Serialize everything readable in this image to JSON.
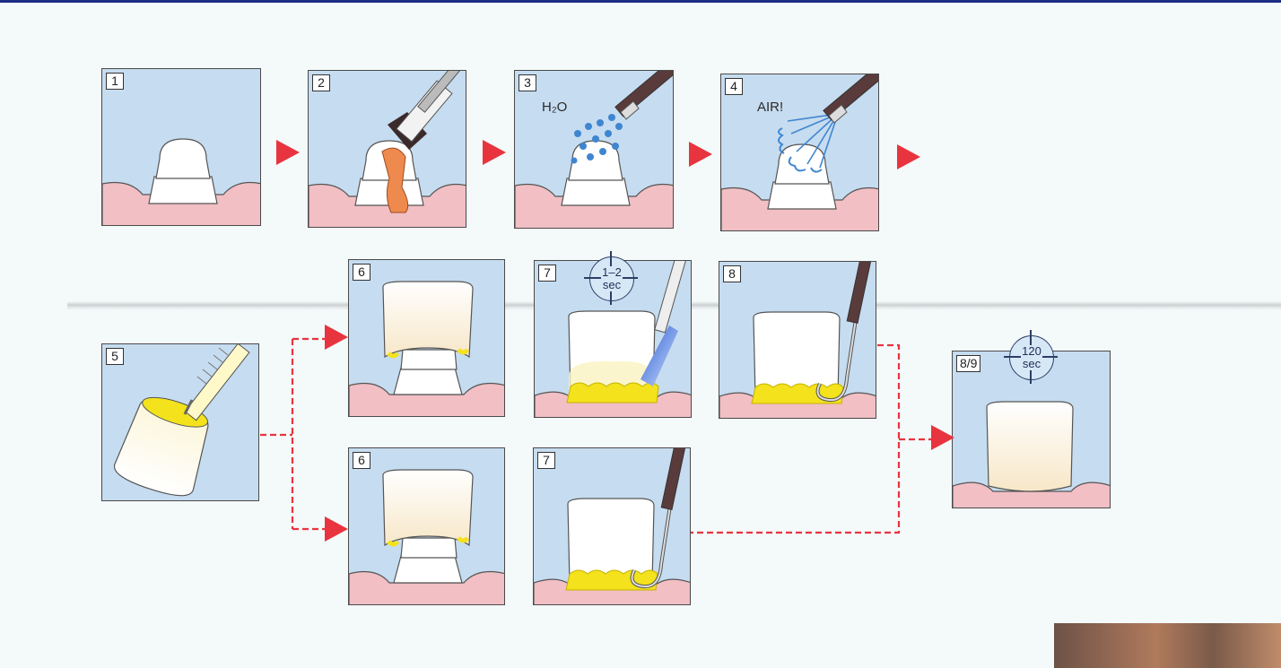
{
  "steps": {
    "s1": "1",
    "s2": "2",
    "s3": "3",
    "s4": "4",
    "s5": "5",
    "s6a": "6",
    "s7a": "7",
    "s8": "8",
    "s6b": "6",
    "s7b": "7",
    "s89": "8/9"
  },
  "labels": {
    "h2o": "H₂O",
    "air": "AIR!"
  },
  "timers": {
    "t1": {
      "value": "1–2",
      "unit": "sec"
    },
    "t2": {
      "value": "120",
      "unit": "sec"
    }
  },
  "colors": {
    "panel_bg": "#c6dcf0",
    "gum": "#f1bfc4",
    "tooth": "#ffffff",
    "cement": "#f3e21c",
    "arrow": "#e8343e",
    "connector": "#e8343e",
    "etchant": "#ef8a4e",
    "water": "#3f86d0"
  }
}
